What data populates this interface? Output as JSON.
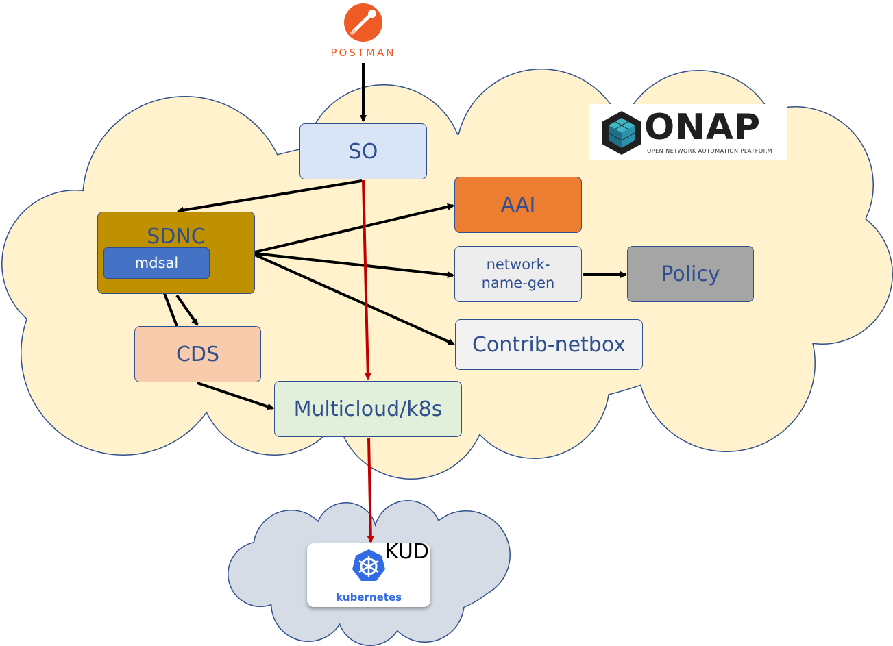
{
  "postman": {
    "label": "POSTMAN",
    "icon": "postman-rocket-icon",
    "color": "#ef5b25"
  },
  "onap": {
    "title": "ONAP",
    "subtitle": "OPEN NETWORK AUTOMATION PLATFORM",
    "icon": "onap-cube-icon"
  },
  "nodes": {
    "so": "SO",
    "aai": "AAI",
    "sdnc": "SDNC",
    "mdsal": "mdsal",
    "network_name_gen_line1": "network-",
    "network_name_gen_line2": "name-gen",
    "policy": "Policy",
    "contrib_netbox": "Contrib-netbox",
    "cds": "CDS",
    "multicloud": "Multicloud/k8s"
  },
  "kud": {
    "label": "KUD",
    "platform": "kubernetes",
    "icon": "kubernetes-helm-icon"
  },
  "colors": {
    "onap_cloud": "#fff2cc",
    "kud_cloud": "#d6dce5",
    "cloud_border": "#2f4f8f",
    "flow_arrow": "#000000",
    "deploy_arrow": "#c00000"
  }
}
